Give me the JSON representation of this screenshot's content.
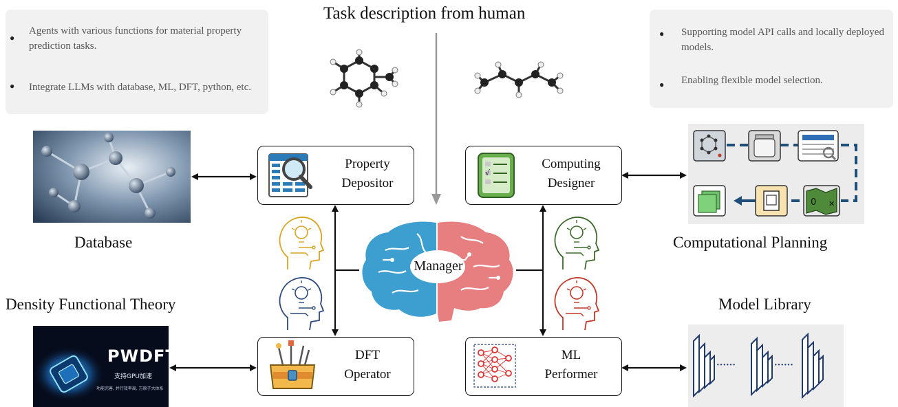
{
  "title": "Task description from human",
  "notes": {
    "left": [
      "Agents with various functions for material property prediction tasks.",
      "Integrate LLMs with database, ML, DFT, python, etc."
    ],
    "right": [
      "Supporting model API calls and locally deployed models.",
      "Enabling flexible model selection."
    ]
  },
  "center": {
    "label": "Manager"
  },
  "agents": {
    "property_depositor": {
      "line1": "Property",
      "line2": "Depositor"
    },
    "computing_designer": {
      "line1": "Computing",
      "line2": "Designer"
    },
    "dft_operator": {
      "line1": "DFT",
      "line2": "Operator"
    },
    "ml_performer": {
      "line1": "ML",
      "line2": "Performer"
    }
  },
  "captions": {
    "database": "Database",
    "computational_planning": "Computational Planning",
    "dft": "Density Functional Theory",
    "model_library": "Model Library"
  },
  "pwdft": {
    "title": "PWDFT",
    "subtitle": "支持GPU加速",
    "tagline": "功能完善, 并行效率高, 万原子大体系"
  },
  "model_library": {
    "ellipsis": "······"
  },
  "colors": {
    "brain_left": "#3d9fd0",
    "brain_right": "#e77f80",
    "arrow_gray": "#999999",
    "planning_dash": "#1f4e79",
    "head_yellow": "#d9a521",
    "head_blue": "#2c4a7c",
    "head_green": "#3b6b2b",
    "head_red": "#c0392b"
  }
}
